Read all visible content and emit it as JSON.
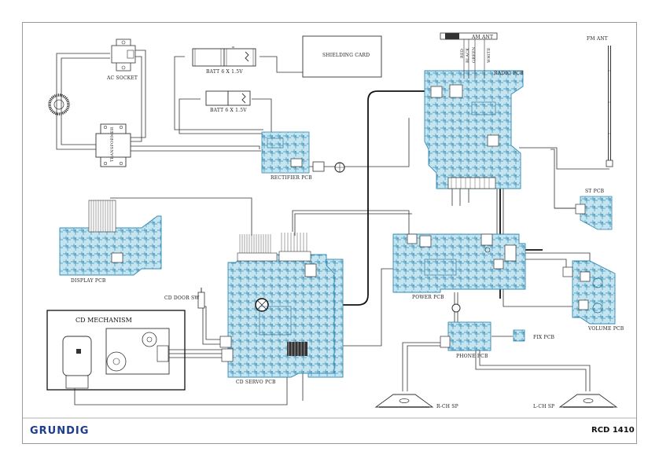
{
  "brand": "GRUNDIG",
  "model": "RCD 1410",
  "colors": {
    "pcb": "#bfe2ee",
    "pcb_trace": "#2f8bb5",
    "wire": "#333333",
    "brand": "#1d3c8f"
  },
  "labels": {
    "ac_socket": "AC SOCKET",
    "transformer": "TRANSFORMER",
    "batt_1": "BATT 6 X 1.5V",
    "batt_2": "BATT 6 X 1.5V",
    "shielding_card": "SHIELDING CARD",
    "rectifier_pcb": "RECTIFIER PCB",
    "radio_pcb": "RADIO PCB",
    "am_ant": "AM ANT",
    "red": "RED",
    "black": "BLACK",
    "green": "GREEN",
    "white": "WHITE",
    "fm_ant": "FM ANT",
    "st_pcb": "ST PCB",
    "display_pcb": "DISPLAY PCB",
    "power_pcb": "POWER PCB",
    "volume_pcb": "VOLUME PCB",
    "cd_door_sw": "CD DOOR SW",
    "cd_mechanism": "CD MECHANISM",
    "cd_servo_pcb": "CD SERVO PCB",
    "phone_pcb": "PHONE PCB",
    "fix_pcb": "FIX PCB",
    "r_ch_sp": "R-CH SP",
    "l_ch_sp": "L-CH SP"
  }
}
